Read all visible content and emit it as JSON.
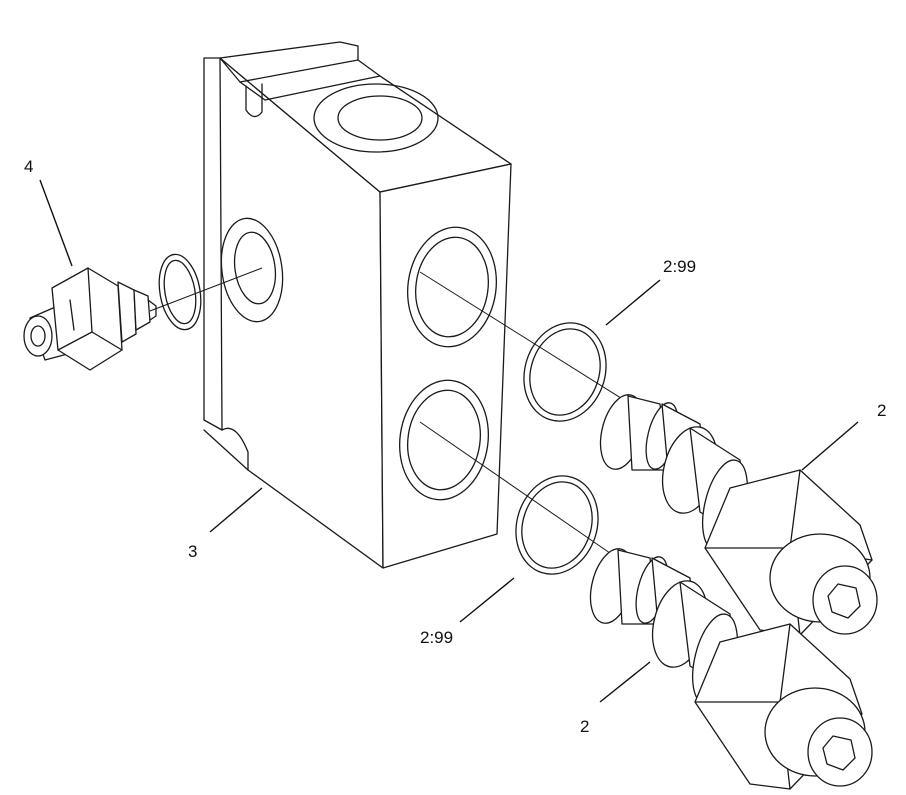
{
  "callouts": {
    "item_4": "4",
    "item_3": "3",
    "item_2_upper": "2",
    "item_2_lower": "2",
    "seal_upper": "2:99",
    "seal_lower": "2:99"
  }
}
